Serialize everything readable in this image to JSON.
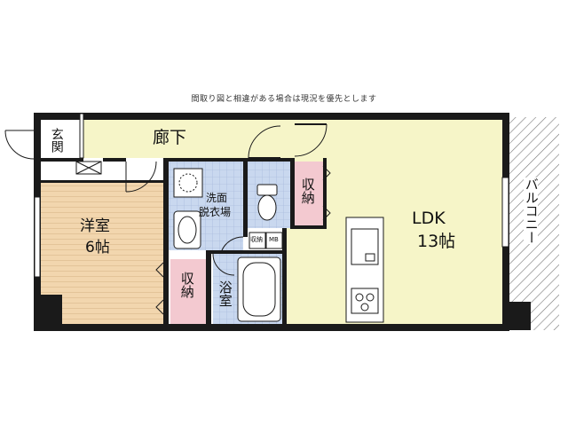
{
  "notice": "間取り図と相違がある場合は現況を優先とします",
  "rooms": {
    "entrance": "玄関",
    "hallway": "廊下",
    "western_room": {
      "name": "洋室",
      "size": "6帖"
    },
    "washroom_line1": "洗面",
    "washroom_line2": "脱衣場",
    "storage": "収納",
    "bathroom": "浴室",
    "ldk": {
      "name": "LDK",
      "size": "13帖"
    },
    "balcony": "バルコニー",
    "small_storage": "収納",
    "meter_box": "MB"
  },
  "colors": {
    "wall": "#1a1a1a",
    "hall_fill": "#f6f5c8",
    "ldk_fill": "#f6f5c8",
    "wet_fill": "#c9d8ef",
    "storage_fill": "#f3c9d0",
    "floor_fill": "#f2d6ae"
  }
}
